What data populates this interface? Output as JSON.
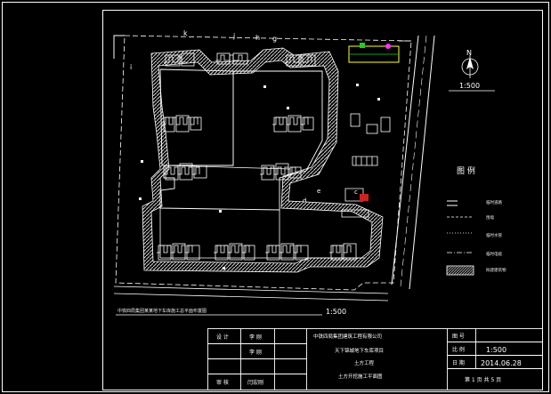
{
  "plan": {
    "title": "中铁四局集团某某地下车库施工总平面布置图",
    "scale": "1:500",
    "north_label": "N",
    "grid_labels_top": [
      "k",
      "j",
      "h",
      "g"
    ],
    "grid_label_left": "i",
    "grid_labels_misc": [
      "e",
      "d",
      "c"
    ]
  },
  "legend": {
    "heading": "图 例",
    "items": [
      {
        "label": "临时道路"
      },
      {
        "label": "围墙"
      },
      {
        "label": "临时水管"
      },
      {
        "label": "临时电缆"
      },
      {
        "label": "拟建建筑物"
      }
    ]
  },
  "titleblock": {
    "labels": {
      "design": "设 计",
      "review": "审 核",
      "drawing_no": "图 号",
      "scale": "比 例",
      "date": "日 期"
    },
    "names": {
      "design": "李 刚",
      "review": "审 核",
      "review_name": "闫宏刚",
      "second": "李 刚"
    },
    "company": "中铁四局集团建筑工程有限公司",
    "project": "天下锦城地下车库项目",
    "phase": "土方工程",
    "sheet_title": "土方开挖施工平面图",
    "scale_value": "1:500",
    "date_value": "2014.06.28",
    "sheet_count": "第 1 页 共 5 页"
  },
  "colors": {
    "background": "#000000",
    "outline": "#ffffff",
    "hatch": "#bdbdbd",
    "accent_green": "#22cc22",
    "accent_yellow": "#ffff33",
    "accent_magenta": "#ff33ff"
  }
}
